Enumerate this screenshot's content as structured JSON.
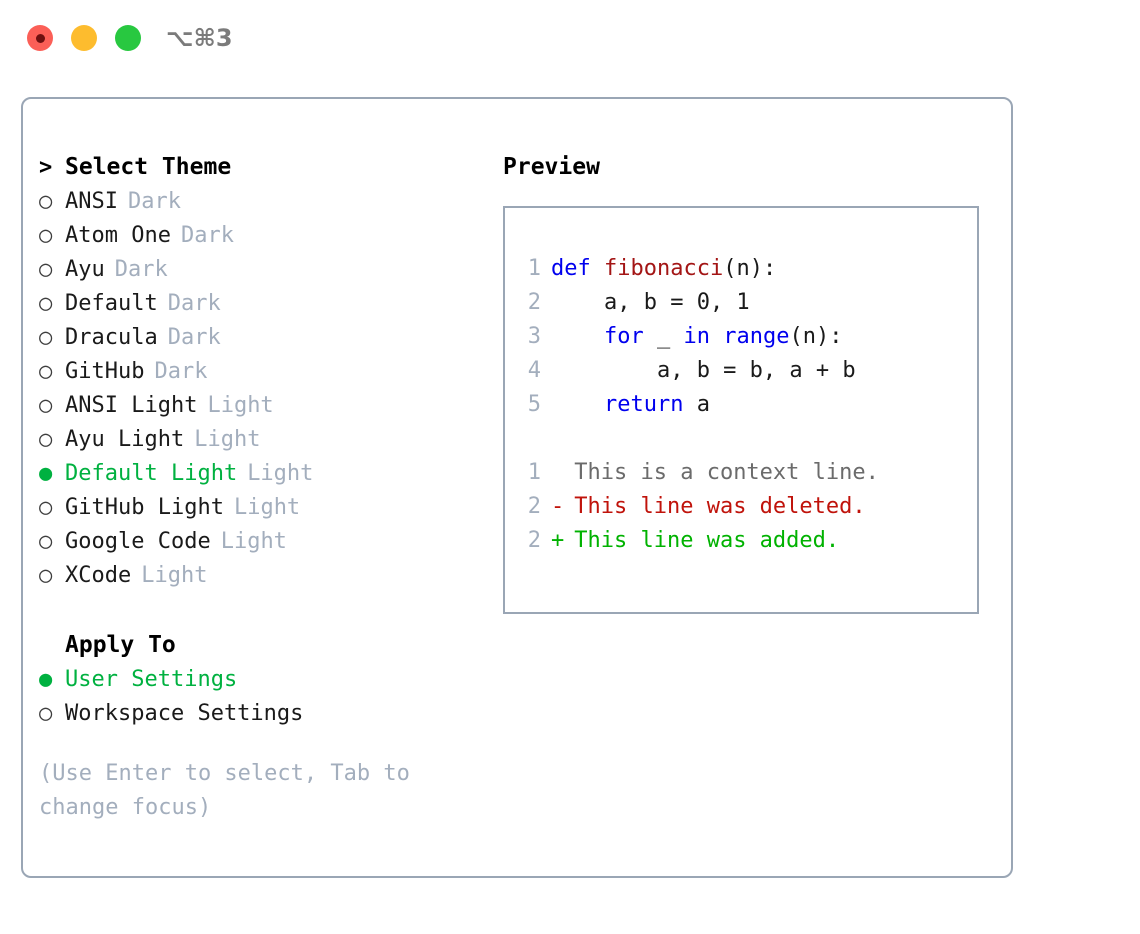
{
  "window": {
    "title": "⌥⌘3",
    "traffic_lights": [
      {
        "name": "close",
        "color": "#fb5f57"
      },
      {
        "name": "minimize",
        "color": "#fdbc2e"
      },
      {
        "name": "maximize",
        "color": "#28c840"
      }
    ]
  },
  "theme_picker": {
    "heading": "Select Theme",
    "heading_marker": ">",
    "items": [
      {
        "marker": "○",
        "label": "ANSI",
        "tag": "Dark",
        "selected": false
      },
      {
        "marker": "○",
        "label": "Atom One",
        "tag": "Dark",
        "selected": false
      },
      {
        "marker": "○",
        "label": "Ayu",
        "tag": "Dark",
        "selected": false
      },
      {
        "marker": "○",
        "label": "Default",
        "tag": "Dark",
        "selected": false
      },
      {
        "marker": "○",
        "label": "Dracula",
        "tag": "Dark",
        "selected": false
      },
      {
        "marker": "○",
        "label": "GitHub",
        "tag": "Dark",
        "selected": false
      },
      {
        "marker": "○",
        "label": "ANSI Light",
        "tag": "Light",
        "selected": false
      },
      {
        "marker": "○",
        "label": "Ayu Light",
        "tag": "Light",
        "selected": false
      },
      {
        "marker": "●",
        "label": "Default Light",
        "tag": "Light",
        "selected": true
      },
      {
        "marker": "○",
        "label": "GitHub Light",
        "tag": "Light",
        "selected": false
      },
      {
        "marker": "○",
        "label": "Google Code",
        "tag": "Light",
        "selected": false
      },
      {
        "marker": "○",
        "label": "XCode",
        "tag": "Light",
        "selected": false
      }
    ]
  },
  "apply_to": {
    "heading": "Apply To",
    "items": [
      {
        "marker": "●",
        "label": "User Settings",
        "selected": true
      },
      {
        "marker": "○",
        "label": "Workspace Settings",
        "selected": false
      }
    ]
  },
  "hint": "(Use Enter to select, Tab to change focus)",
  "preview": {
    "title": "Preview",
    "code_lines": [
      {
        "number": "1",
        "segments": [
          {
            "text": "def ",
            "style": "kw"
          },
          {
            "text": "fibonacci",
            "style": "fn"
          },
          {
            "text": "(n):",
            "style": "plain"
          }
        ]
      },
      {
        "number": "2",
        "segments": [
          {
            "text": "    a, b = 0, 1",
            "style": "plain"
          }
        ]
      },
      {
        "number": "3",
        "segments": [
          {
            "text": "    ",
            "style": "plain"
          },
          {
            "text": "for",
            "style": "kw"
          },
          {
            "text": " _ ",
            "style": "plain"
          },
          {
            "text": "in",
            "style": "kw"
          },
          {
            "text": " ",
            "style": "plain"
          },
          {
            "text": "range",
            "style": "kw"
          },
          {
            "text": "(n):",
            "style": "plain"
          }
        ]
      },
      {
        "number": "4",
        "segments": [
          {
            "text": "        a, b = b, a + b",
            "style": "plain"
          }
        ]
      },
      {
        "number": "5",
        "segments": [
          {
            "text": "    ",
            "style": "plain"
          },
          {
            "text": "return",
            "style": "kw"
          },
          {
            "text": " a",
            "style": "plain"
          }
        ]
      }
    ],
    "diff_lines": [
      {
        "number": "1",
        "sign": " ",
        "text": "This is a context line.",
        "style": "ctx"
      },
      {
        "number": "2",
        "sign": "-",
        "text": "This line was deleted.",
        "style": "del"
      },
      {
        "number": "2",
        "sign": "+",
        "text": "This line was added.",
        "style": "add"
      }
    ]
  },
  "colors": {
    "accent_green": "#00b140",
    "muted_tag": "#a3aebd",
    "border": "#9aa6b5",
    "keyword_blue": "#0000ee",
    "function_red": "#a31515",
    "diff_add": "#00b200",
    "diff_del": "#c0130b",
    "background": "#ffffff"
  }
}
